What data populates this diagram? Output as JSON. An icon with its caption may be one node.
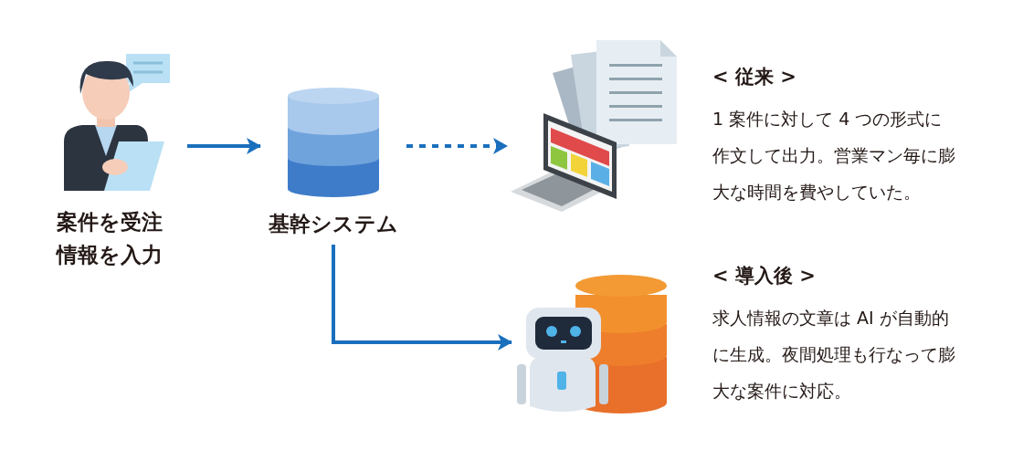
{
  "diagram": {
    "nodes": [
      {
        "text": [
          "案件を受注情報を入力"
        ]
      },
      {
        "text": [
          "基幹システム"
        ]
      },
      {
        "text": [],
        "shape": "picture",
        "beside": [
          "< 従来 >",
          "1 案件に対して 4 つの形式に作文して出力。営業マン毎に膨大な時間を費やしていた。"
        ]
      },
      {
        "text": [],
        "shape": "picture",
        "beside": [
          "< 導入後 >",
          "求人情報の文章は AI が自動的に生成。夜間処理も行なって膨大な案件に対応。"
        ]
      }
    ],
    "edges": [
      {
        "from": 0,
        "to": 1,
        "arrow": "to"
      },
      {
        "from": 1,
        "to": 2,
        "arrow": "to",
        "style": "dashed"
      },
      {
        "from": 1,
        "to": 3,
        "arrow": "to"
      }
    ]
  }
}
